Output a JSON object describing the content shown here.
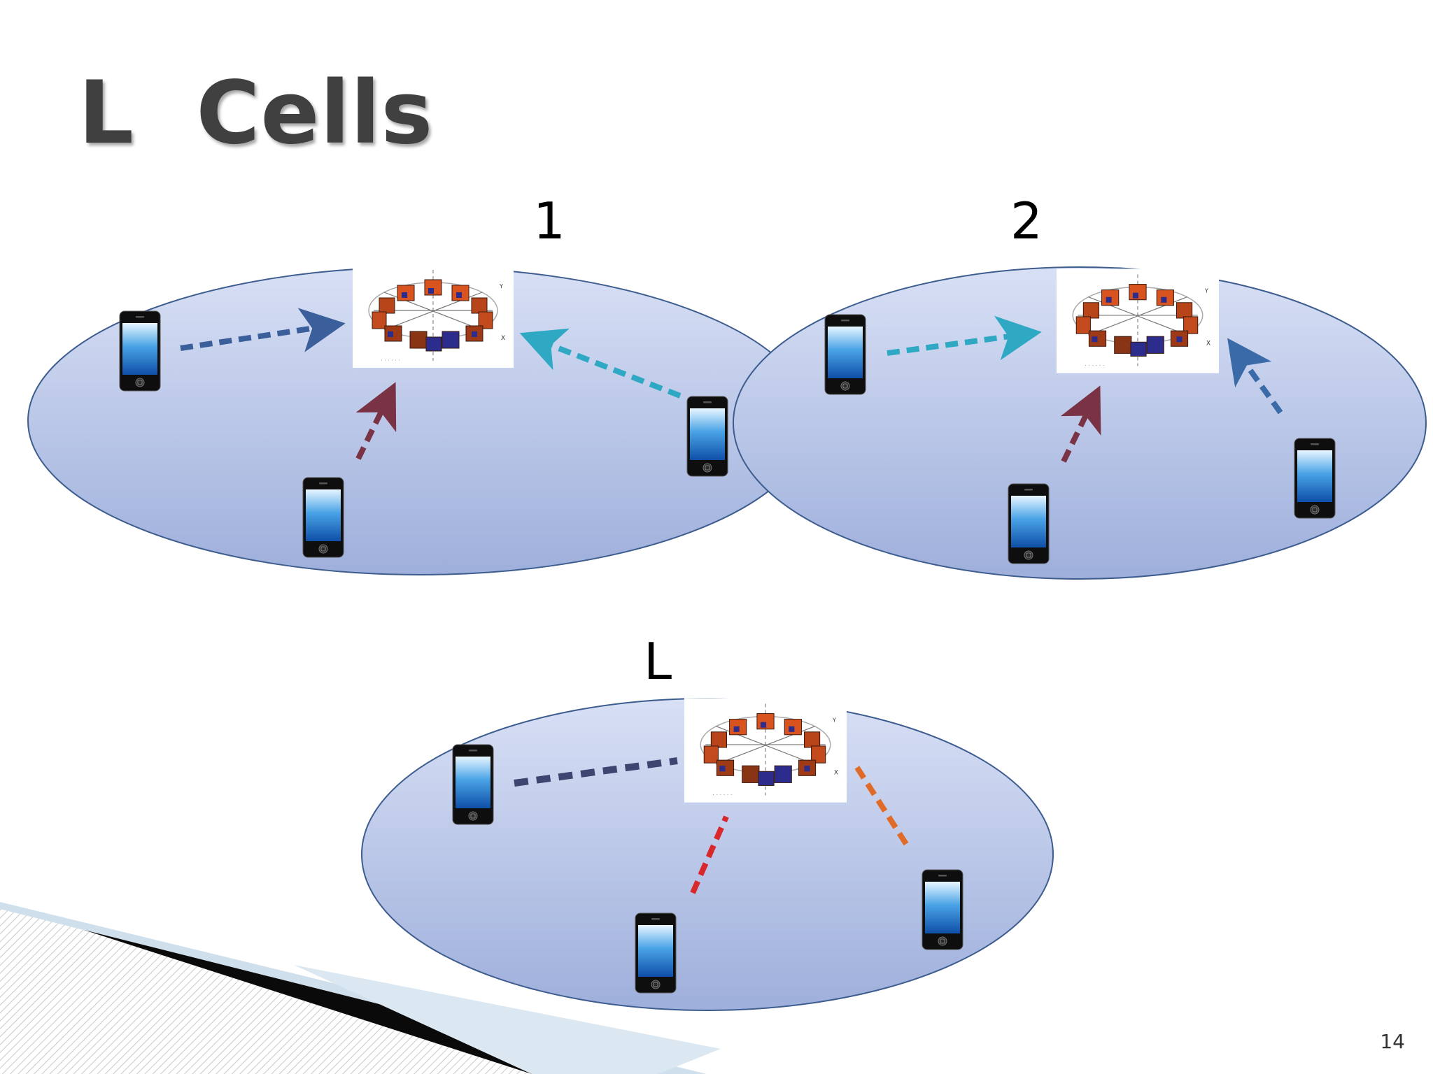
{
  "slide": {
    "title": "L  Cells",
    "page_number": "14"
  },
  "cells": [
    {
      "label": "1"
    },
    {
      "label": "2"
    },
    {
      "label": "L"
    }
  ],
  "colors": {
    "title_text": "#404040",
    "cell_fill_top": "#d6def4",
    "cell_fill_bottom": "#9fb0dc",
    "cell_stroke": "#3e5d8f",
    "arrow_dark_blue": "#3a5f9a",
    "arrow_cyan": "#2fa8c4",
    "arrow_maroon": "#7a3344",
    "link_navy": "#3d4670",
    "link_red": "#d9282c",
    "link_orange": "#e06a28",
    "antenna_orange": "#d9531e",
    "antenna_blue": "#2c2c8c"
  },
  "icons": {
    "phone": "smartphone-icon",
    "base_station": "antenna-array-icon"
  }
}
